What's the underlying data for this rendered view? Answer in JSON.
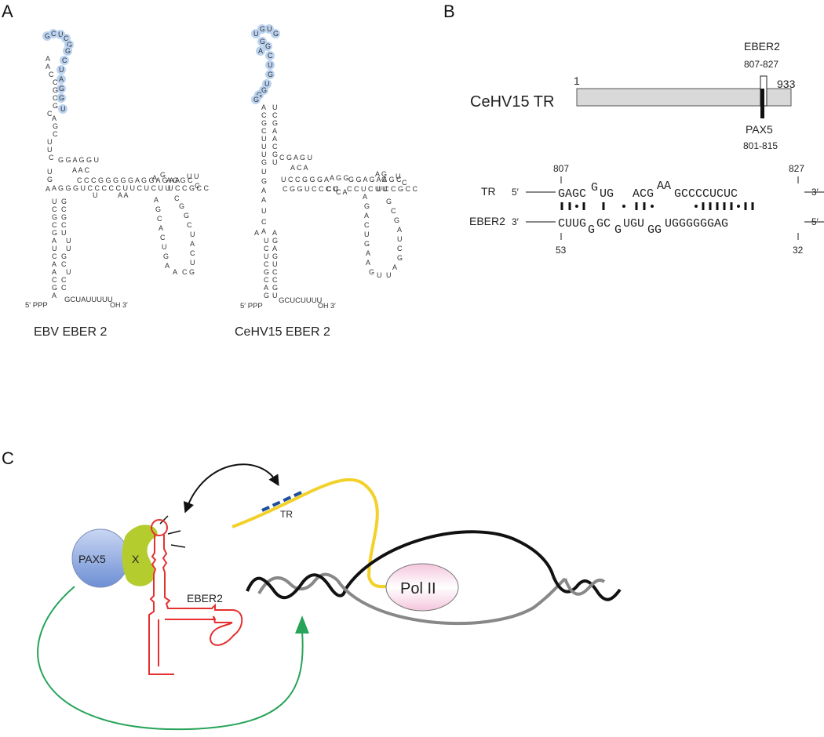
{
  "panels": {
    "a": {
      "label": "A",
      "left": {
        "caption": "EBV EBER 2",
        "loop": [
          "G",
          "C",
          "U",
          "C",
          "G",
          "G",
          "C",
          "U",
          "A",
          "G",
          "G",
          "U"
        ],
        "five": "5′ PPP",
        "tail": "GCUAUUUUU",
        "oh": "OH",
        "three": "3′"
      },
      "right": {
        "caption": "CeHV15 EBER 2",
        "loop": [
          "U",
          "G",
          "U",
          "G",
          "G",
          "C",
          "U",
          "G",
          "U",
          "G",
          "G",
          "G",
          "A",
          "G"
        ],
        "five": "5′ PPP",
        "tail": "GCUCUUUU",
        "oh": "OH",
        "three": "3′"
      }
    },
    "b": {
      "label": "B",
      "map": {
        "title": "CeHV15 TR",
        "start": "1",
        "end": "933",
        "eber2_label": "EBER2",
        "eber2_range": "807-827",
        "pax5_label": "PAX5",
        "pax5_range": "801-815"
      },
      "alignment": {
        "tr_label": "TR",
        "eber2_label": "EBER2",
        "five": "5′",
        "three": "3′",
        "tr_num_left": "807",
        "tr_num_right": "827",
        "eb_num_left": "53",
        "eb_num_right": "32"
      }
    },
    "c": {
      "label": "C",
      "pax5": "PAX5",
      "x": "X",
      "eber2": "EBER2",
      "tr": "TR",
      "pol": "Pol II",
      "colors": {
        "eber2": "#e53030",
        "x": "#b5cc2e",
        "tr": "#f2d12a",
        "tr_site": "#1f4f9c",
        "arrow": "#27a35a"
      }
    }
  }
}
